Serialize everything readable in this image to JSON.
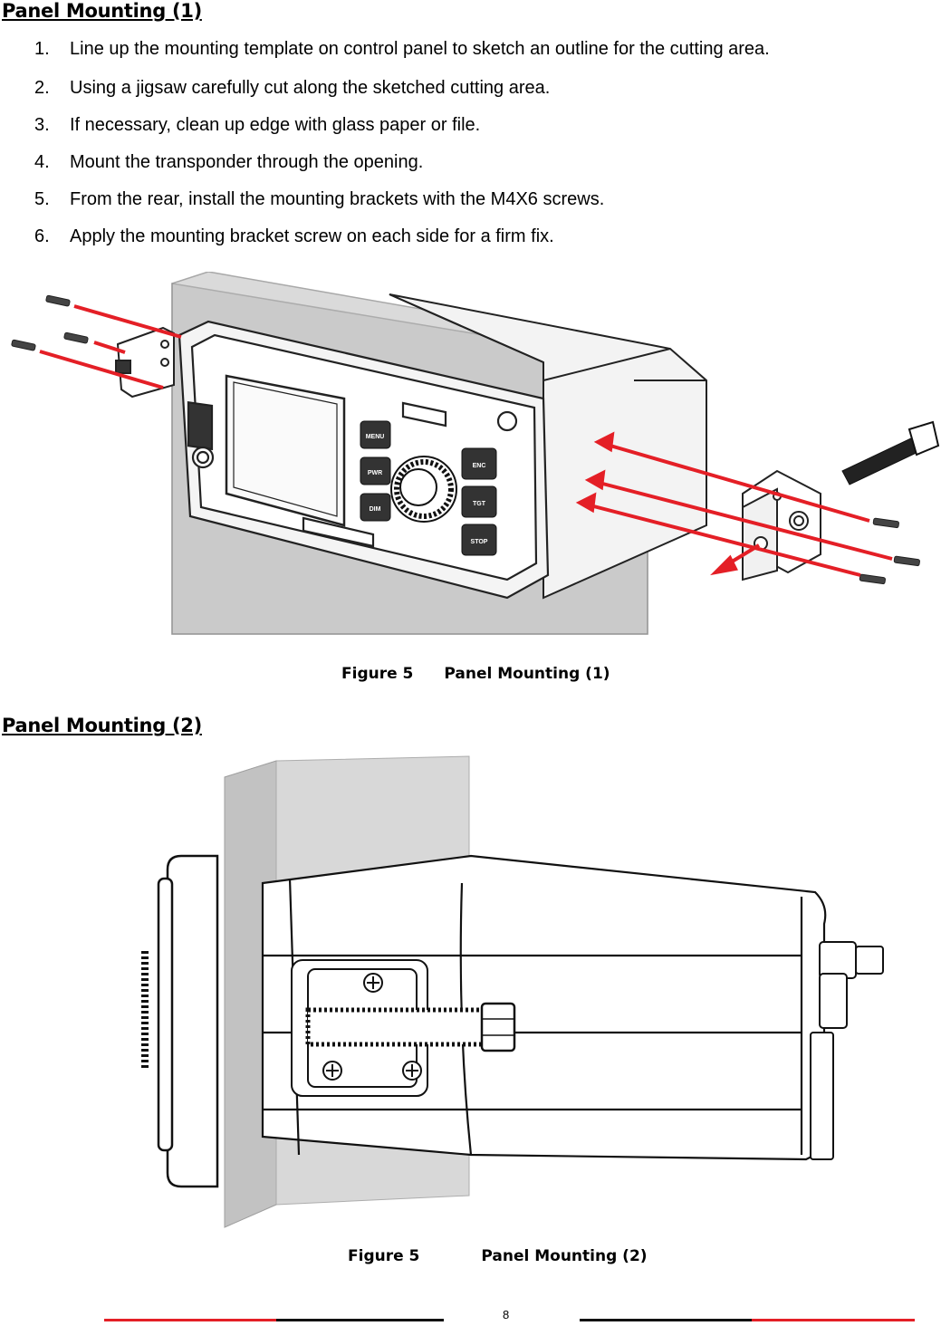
{
  "section1": {
    "heading": "Panel Mounting (1)",
    "steps": [
      {
        "num": "1.",
        "text": "Line up the mounting template on control panel to sketch an outline for the cutting area."
      },
      {
        "num": "2.",
        "text": "Using a jigsaw carefully cut along the sketched cutting area."
      },
      {
        "num": "3.",
        "text": "If necessary, clean up edge with glass paper or file."
      },
      {
        "num": "4.",
        "text": "Mount the transponder through the opening."
      },
      {
        "num": "5.",
        "text": "From the rear, install the mounting brackets with the M4X6 screws."
      },
      {
        "num": "6.",
        "text": "Apply the mounting bracket screw on each side for a firm fix."
      }
    ],
    "figure": {
      "button_labels": [
        "MENU",
        "PWR",
        "DIM",
        "ENC",
        "TGT",
        "STOP"
      ]
    },
    "caption": {
      "number": "Figure 5",
      "title": "Panel Mounting (1)"
    }
  },
  "section2": {
    "heading": "Panel Mounting (2)",
    "caption": {
      "number": "Figure 5",
      "title": "Panel Mounting (2)"
    }
  },
  "footer": {
    "page_number": "8",
    "colors": {
      "red": "#e41f26",
      "black": "#111111"
    }
  },
  "colors": {
    "arrow": "#e41f26",
    "panel": "#c8c8c8"
  }
}
